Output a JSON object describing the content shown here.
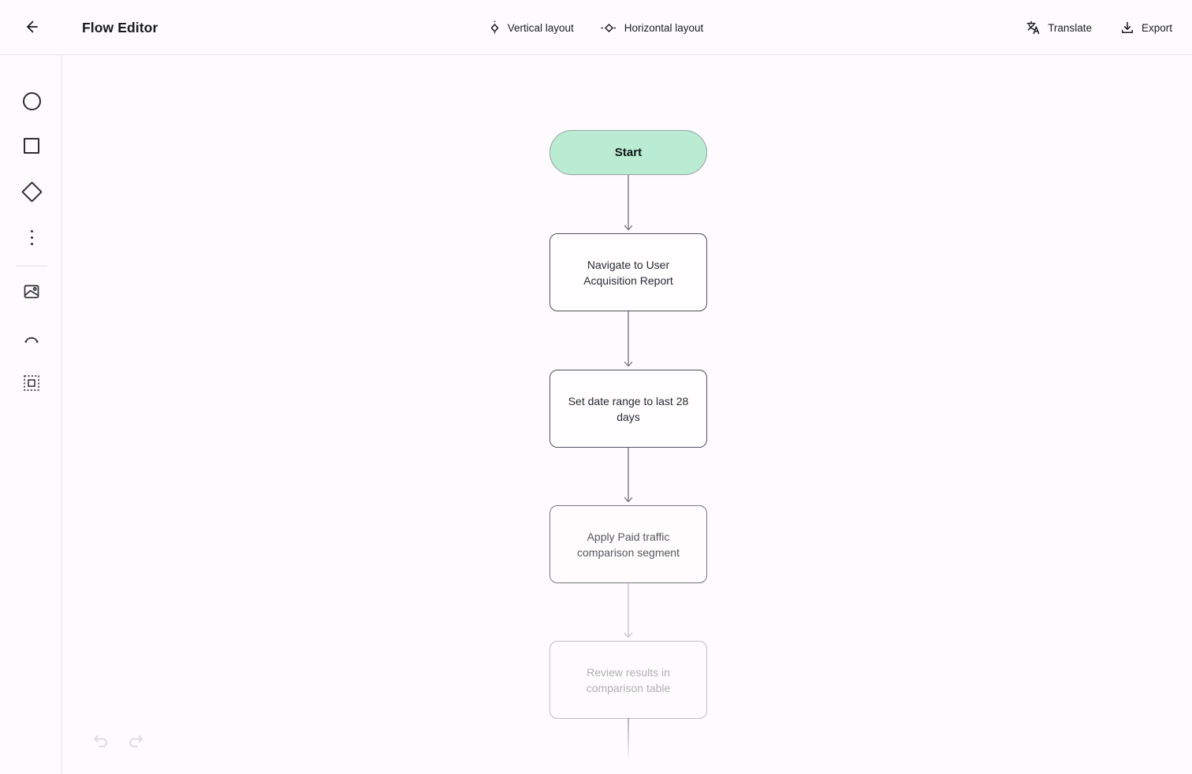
{
  "app": {
    "title": "Flow Editor"
  },
  "topbar": {
    "back_tooltip": "Back",
    "layout_buttons": [
      {
        "label": "Vertical layout",
        "icon": "vertical-layout-icon"
      },
      {
        "label": "Horizontal layout",
        "icon": "horizontal-layout-icon"
      }
    ],
    "actions": [
      {
        "label": "Translate",
        "icon": "translate-icon"
      },
      {
        "label": "Export",
        "icon": "download-icon"
      }
    ]
  },
  "sidebar": {
    "tools": [
      {
        "name": "circle-tool"
      },
      {
        "name": "square-tool"
      },
      {
        "name": "diamond-tool"
      },
      {
        "name": "more-tool"
      },
      {
        "name": "image-tool"
      },
      {
        "name": "arc-tool"
      },
      {
        "name": "select-area-tool"
      }
    ]
  },
  "flow": {
    "nodes": [
      {
        "id": "start",
        "type": "start",
        "label": "Start"
      },
      {
        "id": "step1",
        "type": "step",
        "label": "Navigate to User Acquisition Report"
      },
      {
        "id": "step2",
        "type": "step",
        "label": "Set date range to last 28 days"
      },
      {
        "id": "step3",
        "type": "step",
        "label": "Apply Paid traffic comparison segment"
      },
      {
        "id": "step4",
        "type": "step",
        "label": "Review results in comparison table",
        "state": "pending"
      }
    ],
    "edges": [
      {
        "from": "start",
        "to": "step1"
      },
      {
        "from": "step1",
        "to": "step2"
      },
      {
        "from": "step2",
        "to": "step3"
      },
      {
        "from": "step3",
        "to": "step4"
      },
      {
        "from": "step4",
        "to": ""
      }
    ]
  },
  "colors": {
    "start_fill": "#b9ecd2",
    "start_border": "#9aa1a8",
    "node_border": "#4d525a",
    "node_text": "#262a30",
    "arrow": "#6f7378",
    "canvas_bg": "#fdfbfd",
    "divider": "#e8e5e9"
  }
}
